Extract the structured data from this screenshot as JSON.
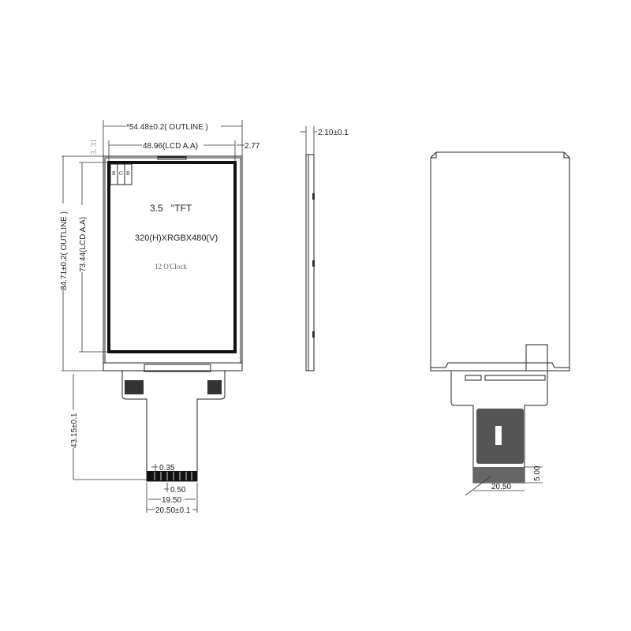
{
  "front_view": {
    "outline_width": "*54.48±0.2( OUTLINE )",
    "lcd_aa_width": "48.96(LCD A.A)",
    "right_margin": "2.77",
    "top_margin": "3. 31",
    "outline_height": "84.71±0.2( OUTLINE )",
    "lcd_aa_height": "73.44(LCD A.A)",
    "fpc_length": "43.15±0.1",
    "pixel_r": "R",
    "pixel_g": "G",
    "pixel_b": "B",
    "size_label": "3.5   ''TFT",
    "resolution": "320(H)XRGBX480(V)",
    "viewing_direction": "12 O'Clock",
    "pin_width": "0.35",
    "pin_pitch": "0.50",
    "pins_span": "19.50",
    "fpc_width": "20.50±0.1"
  },
  "side_view": {
    "thickness": "2.10±0.1"
  },
  "back_view": {
    "stiffener_height": "5.00",
    "stiffener_width": "20.50"
  }
}
